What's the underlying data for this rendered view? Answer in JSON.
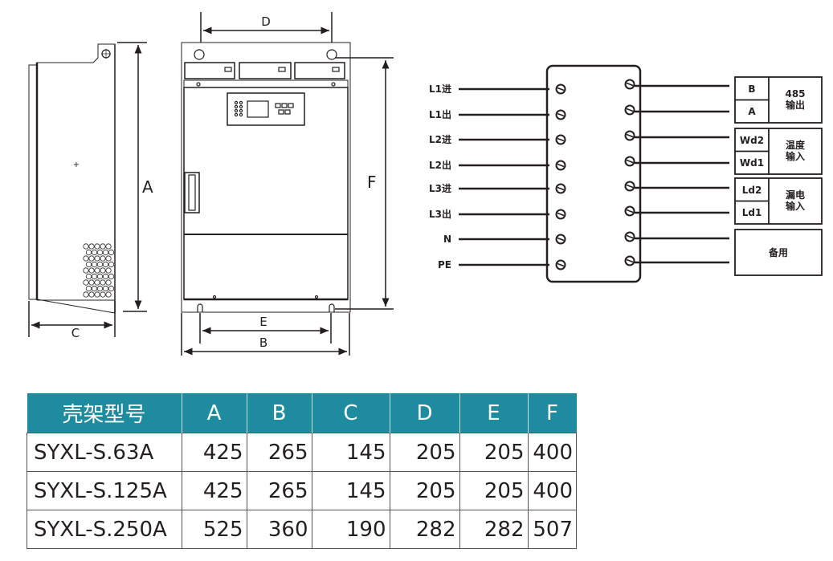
{
  "dimensions_drawing": {
    "labels": {
      "A": "A",
      "B": "B",
      "C": "C",
      "D": "D",
      "E": "E",
      "F": "F"
    }
  },
  "wiring_diagram": {
    "left_terminals": [
      "L1进",
      "L1出",
      "L2进",
      "L2出",
      "L3进",
      "L3出",
      "N",
      "PE"
    ],
    "right_groups": [
      {
        "pins": [
          "B",
          "A"
        ],
        "function": [
          "485",
          "输出"
        ]
      },
      {
        "pins": [
          "Wd2",
          "Wd1"
        ],
        "function": [
          "温度",
          "输入"
        ]
      },
      {
        "pins": [
          "Ld2",
          "Ld1"
        ],
        "function": [
          "漏电",
          "输入"
        ]
      },
      {
        "pins": [],
        "function": [
          "备用"
        ]
      }
    ]
  },
  "spec_table": {
    "header_color": "#1f8b9e",
    "columns": [
      "壳架型号",
      "A",
      "B",
      "C",
      "D",
      "E",
      "F"
    ],
    "rows": [
      [
        "SYXL-S.63A",
        "425",
        "265",
        "145",
        "205",
        "205",
        "400"
      ],
      [
        "SYXL-S.125A",
        "425",
        "265",
        "145",
        "205",
        "205",
        "400"
      ],
      [
        "SYXL-S.250A",
        "525",
        "360",
        "190",
        "282",
        "282",
        "507"
      ]
    ]
  }
}
